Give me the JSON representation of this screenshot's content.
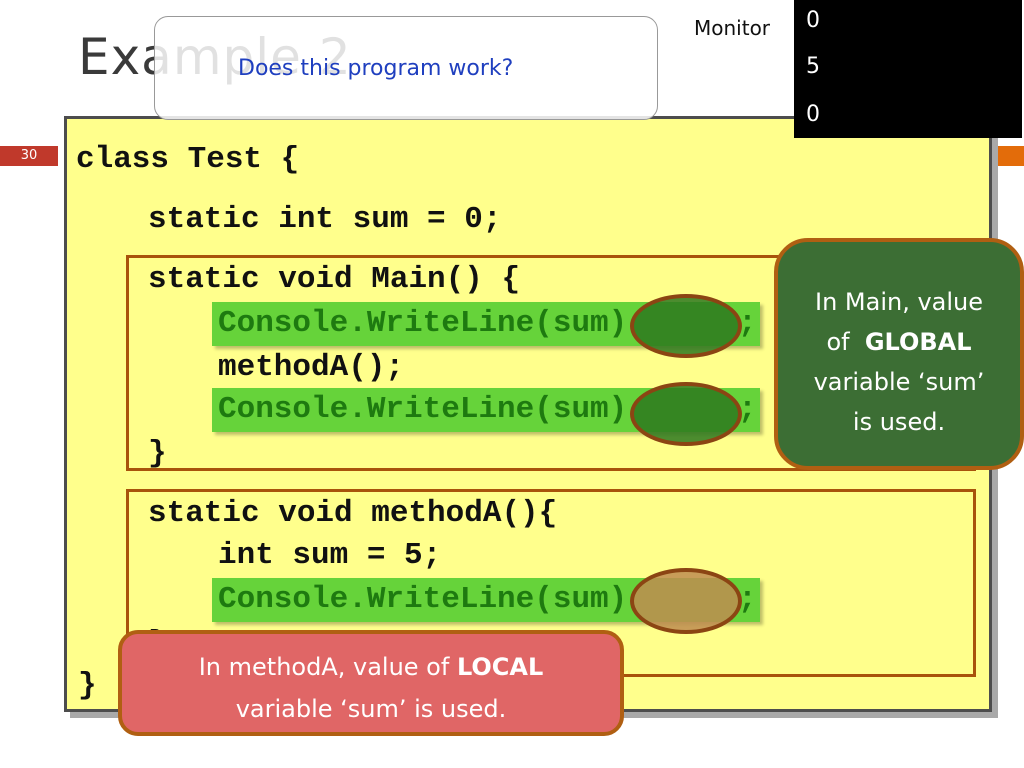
{
  "slide": {
    "title": "Example 2",
    "number": "30",
    "question": "Does this program work?"
  },
  "monitor": {
    "label": "Monitor",
    "outputs": [
      "0",
      "5",
      "0"
    ]
  },
  "code": {
    "line1": "class Test {",
    "line2": "static int sum = 0;",
    "main_header": "static void Main() {",
    "main_print1_call": "Console.WriteLine(sum)",
    "main_call_methodA": "methodA();",
    "main_print2_call": "Console.WriteLine(sum)",
    "semicolon": ";",
    "main_close": "}",
    "methodA_header": "static void methodA(){",
    "methodA_decl": "int sum = 5;",
    "methodA_print_call": "Console.WriteLine(sum)",
    "methodA_close": "}",
    "class_close": "}"
  },
  "callouts": {
    "global": {
      "line1": "In Main, value",
      "line2_pre": "of",
      "line2_bold": "GLOBAL",
      "line3": "variable ‘sum’",
      "line4": "is used."
    },
    "local": {
      "line1_pre": "In methodA, value of",
      "line1_bold": "LOCAL",
      "line2": "variable ‘sum’ is used."
    }
  },
  "colors": {
    "panel_bg": "#ffff8c",
    "highlight_green": "#66d33a",
    "callout_green": "#3c6e34",
    "callout_red": "#e06666",
    "border_orange": "#a8530b",
    "question_blue": "#1f3fbf"
  }
}
